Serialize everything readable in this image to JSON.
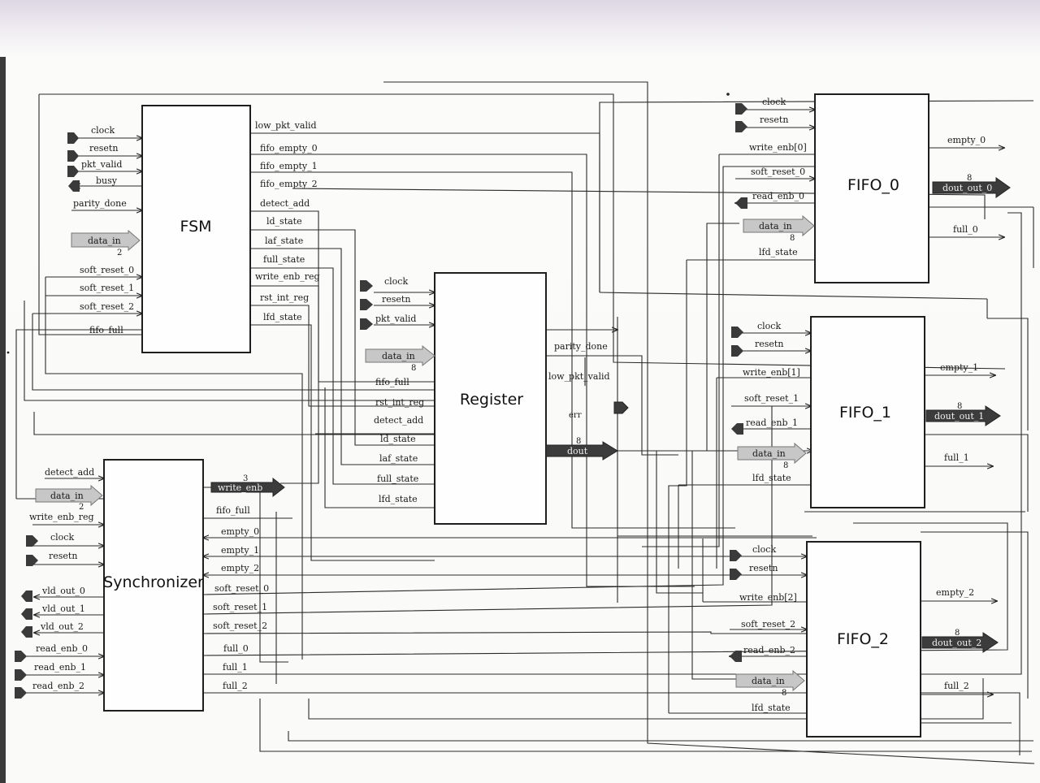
{
  "blocks": {
    "fsm": "FSM",
    "register": "Register",
    "synchronizer": "Synchronizer",
    "fifo0": "FIFO_0",
    "fifo1": "FIFO_1",
    "fifo2": "FIFO_2"
  },
  "fsm": {
    "inputs": {
      "clock": "clock",
      "resetn": "resetn",
      "pkt_valid": "pkt_valid",
      "busy": "busy",
      "parity_done": "parity_done",
      "data_in": "data_in",
      "soft_reset_0": "soft_reset_0",
      "soft_reset_1": "soft_reset_1",
      "soft_reset_2": "soft_reset_2",
      "fifo_full": "fifo_full"
    },
    "data_in_width": "2",
    "outputs": {
      "low_pkt_valid": "low_pkt_valid",
      "fifo_empty_0": "fifo_empty_0",
      "fifo_empty_1": "fifo_empty_1",
      "fifo_empty_2": "fifo_empty_2",
      "detect_add": "detect_add",
      "ld_state": "ld_state",
      "laf_state": "laf_state",
      "full_state": "full_state",
      "write_enb_reg": "write_enb_reg",
      "rst_int_reg": "rst_int_reg",
      "lfd_state": "lfd_state"
    }
  },
  "register": {
    "inputs": {
      "clock": "clock",
      "resetn": "resetn",
      "pkt_valid": "pkt_valid",
      "data_in": "data_in",
      "fifo_full": "fifo_full",
      "rst_int_reg": "rst_int_reg",
      "detect_add": "detect_add",
      "ld_state": "ld_state",
      "laf_state": "laf_state",
      "full_state": "full_state",
      "lfd_state": "lfd_state"
    },
    "data_in_width": "8",
    "outputs": {
      "parity_done": "parity_done",
      "low_pkt_valid": "low_pkt_valid",
      "err": "err",
      "dout": "dout"
    },
    "dout_width": "8"
  },
  "synchronizer": {
    "inputs": {
      "detect_add": "detect_add",
      "data_in": "data_in",
      "write_enb_reg": "write_enb_reg",
      "clock": "clock",
      "resetn": "resetn",
      "read_enb_0": "read_enb_0",
      "read_enb_1": "read_enb_1",
      "read_enb_2": "read_enb_2"
    },
    "data_in_width": "2",
    "outputs_left": {
      "vld_out_0": "vld_out_0",
      "vld_out_1": "vld_out_1",
      "vld_out_2": "vld_out_2"
    },
    "outputs": {
      "write_enb": "write_enb",
      "fifo_full": "fifo_full",
      "empty_0": "empty_0",
      "empty_1": "empty_1",
      "empty_2": "empty_2",
      "soft_reset_0": "soft_reset_0",
      "soft_reset_1": "soft_reset_1",
      "soft_reset_2": "soft_reset_2",
      "full_0": "full_0",
      "full_1": "full_1",
      "full_2": "full_2"
    },
    "write_enb_width": "3"
  },
  "fifo0": {
    "inputs": {
      "clock": "clock",
      "resetn": "resetn",
      "write_enb": "write_enb[0]",
      "soft_reset": "soft_reset_0",
      "read_enb": "read_enb_0",
      "data_in": "data_in",
      "lfd_state": "lfd_state"
    },
    "data_in_width": "8",
    "outputs": {
      "empty": "empty_0",
      "dout": "dout_out_0",
      "full": "full_0"
    },
    "dout_width": "8"
  },
  "fifo1": {
    "inputs": {
      "clock": "clock",
      "resetn": "resetn",
      "write_enb": "write_enb[1]",
      "soft_reset": "soft_reset_1",
      "read_enb": "read_enb_1",
      "data_in": "data_in",
      "lfd_state": "lfd_state"
    },
    "data_in_width": "8",
    "outputs": {
      "empty": "empty_1",
      "dout": "dout_out_1",
      "full": "full_1"
    },
    "dout_width": "8"
  },
  "fifo2": {
    "inputs": {
      "clock": "clock",
      "resetn": "resetn",
      "write_enb": "write_enb[2]",
      "soft_reset": "soft_reset_2",
      "read_enb": "read_enb_2",
      "data_in": "data_in",
      "lfd_state": "lfd_state"
    },
    "data_in_width": "8",
    "outputs": {
      "empty": "empty_2",
      "dout": "dout_out_2",
      "full": "full_2"
    },
    "dout_width": "8"
  }
}
